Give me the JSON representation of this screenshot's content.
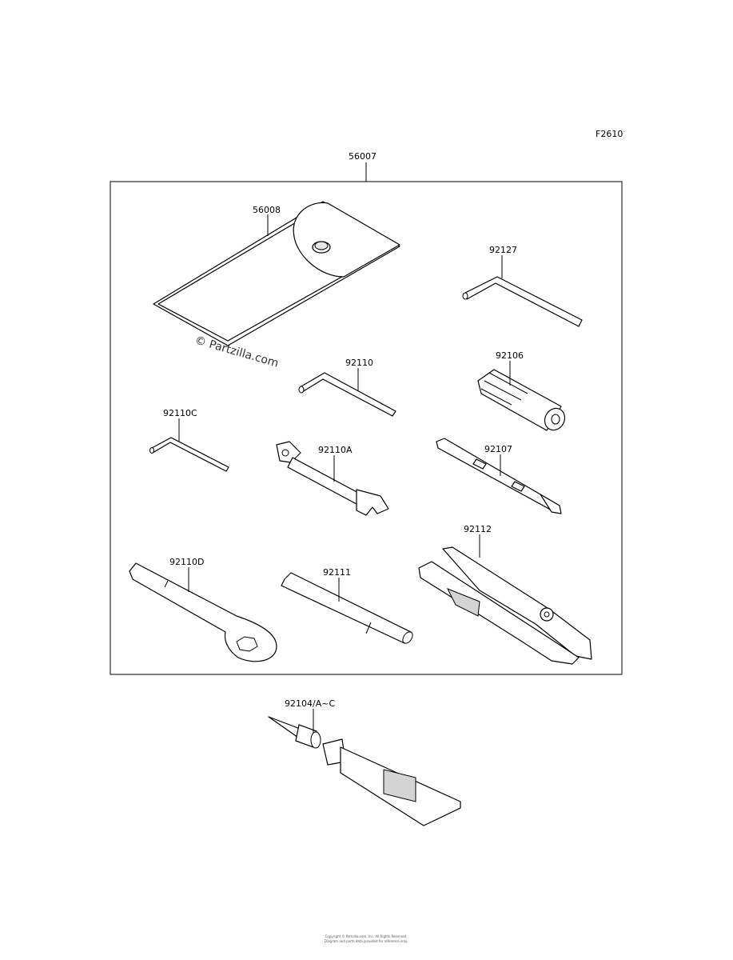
{
  "diagram": {
    "figure_code": "F2610",
    "kit_label": "56007",
    "watermark": "© Partzilla.com",
    "parts": [
      {
        "id": "case",
        "label": "56008"
      },
      {
        "id": "hex-wrench-large",
        "label": "92127"
      },
      {
        "id": "hex-wrench-medium",
        "label": "92110"
      },
      {
        "id": "socket-handle",
        "label": "92106"
      },
      {
        "id": "hex-wrench-small",
        "label": "92110C"
      },
      {
        "id": "open-wrench",
        "label": "92110A"
      },
      {
        "id": "screwdriver",
        "label": "92107"
      },
      {
        "id": "pliers",
        "label": "92112"
      },
      {
        "id": "box-wrench",
        "label": "92110D"
      },
      {
        "id": "extension-bar",
        "label": "92111"
      },
      {
        "id": "sealant-tube",
        "label": "92104/A~C"
      }
    ],
    "footer_line1": "Copyright © Partzilla.com, Inc. All Rights Reserved.",
    "footer_line2": "Diagram and parts data provided for reference only."
  }
}
